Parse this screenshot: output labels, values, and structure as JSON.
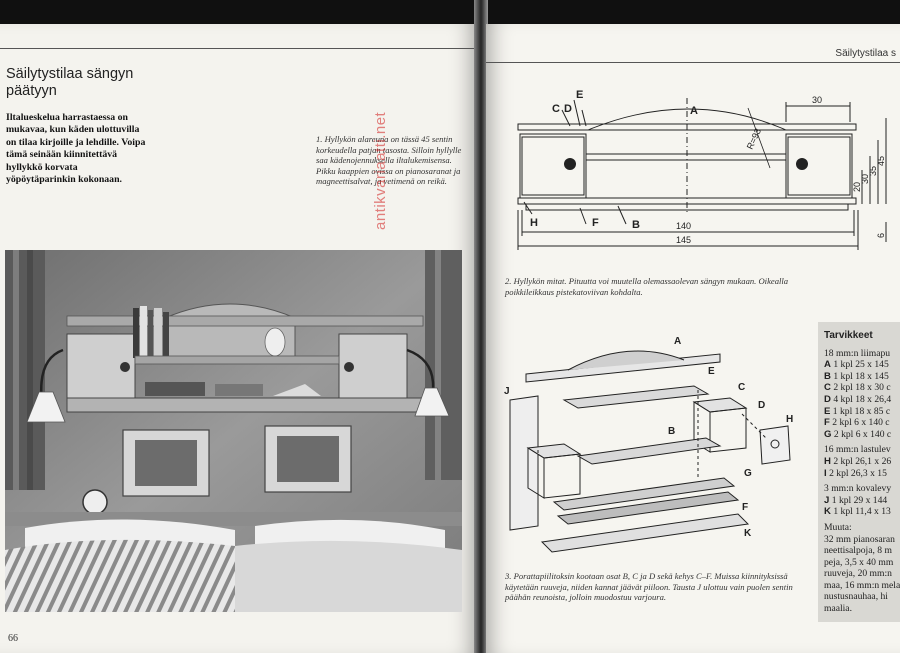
{
  "left_page": {
    "title": "Säilytystilaa sängyn päätyyn",
    "intro": "Iltalueskelua harrastaessa on mukavaa, kun käden ulottuvilla on tilaa kirjoille ja lehdille. Voipa tämä seinään kiinnitettävä hyllykkö korvata yöpöytäparinkin kokonaan.",
    "caption1": "1. Hyllykön alareuna on tässä 45 sentin korkeudella patjan tasosta. Silloin hyllylle saa kädenojennuksella iltalukemisensa. Pikku kaappien ovissa on pianosaranat ja magneettisalvat, ja vetimenä on reikä.",
    "page_number": "66",
    "watermark": "antikvariaatti.net"
  },
  "right_page": {
    "running_head": "Säilytystilaa s",
    "caption2": "2. Hyllykön mitat. Pituutta voi muutella olemassaolevan sängyn mukaan. Oikealla poikkileikkaus pistekatoviivan kohdalta.",
    "caption3": "3. Porattapiilitoksin kootaan osat B, C ja D sekä kehys C–F. Muissa kiinnityksissä käytetään ruuveja, niiden kannat jäävät piiloon. Tausta J ulottuu vain puolen sentin päähän reunoista, jolloin muodostuu varjoura.",
    "drawing1_labels": {
      "A": "A",
      "C": "C",
      "D": "D",
      "E": "E",
      "F": "F",
      "H": "H",
      "B": "B",
      "dim_140": "140",
      "dim_145": "145",
      "dim_30": "30",
      "dim_r": "R=93",
      "dim_20": "20",
      "dim_30v": "30",
      "dim_35": "35",
      "dim_45": "45",
      "dim_6": "6"
    },
    "drawing2_labels": {
      "A": "A",
      "B": "B",
      "C": "C",
      "D": "D",
      "E": "E",
      "F": "F",
      "G": "G",
      "H": "H",
      "J": "J",
      "K": "K"
    }
  },
  "materials": {
    "title": "Tarvikkeet",
    "lines": [
      {
        "bold": "",
        "text": "18 mm:n liimapu"
      },
      {
        "bold": "A",
        "text": " 1 kpl 25 x 145"
      },
      {
        "bold": "B",
        "text": " 1 kpl 18 x 145"
      },
      {
        "bold": "C",
        "text": " 2 kpl 18 x 30 c"
      },
      {
        "bold": "D",
        "text": " 4 kpl 18 x 26,4"
      },
      {
        "bold": "E",
        "text": " 1 kpl 18 x 85 c"
      },
      {
        "bold": "F",
        "text": " 2 kpl 6 x 140 c"
      },
      {
        "bold": "G",
        "text": " 2 kpl 6 x 140 c"
      },
      {
        "bold": "",
        "text": "16 mm:n lastulev"
      },
      {
        "bold": "H",
        "text": " 2 kpl 26,1 x 26"
      },
      {
        "bold": "I",
        "text": " 2 kpl 26,3 x 15"
      },
      {
        "bold": "",
        "text": "3 mm:n kovalevy"
      },
      {
        "bold": "J",
        "text": " 1 kpl 29 x 144"
      },
      {
        "bold": "K",
        "text": " 1 kpl 11,4 x 13"
      },
      {
        "bold": "",
        "text": "Muuta:"
      },
      {
        "bold": "",
        "text": "32 mm pianosaran"
      },
      {
        "bold": "",
        "text": "neettisalpoja, 8 m"
      },
      {
        "bold": "",
        "text": "peja, 3,5 x 40 mm"
      },
      {
        "bold": "",
        "text": "ruuveja, 20 mm:n"
      },
      {
        "bold": "",
        "text": "maa, 16 mm:n mela"
      },
      {
        "bold": "",
        "text": "nustusnauhaa, hi"
      },
      {
        "bold": "",
        "text": "maalia."
      }
    ]
  }
}
